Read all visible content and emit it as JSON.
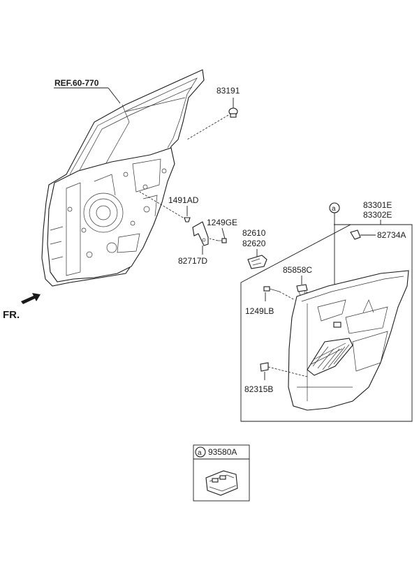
{
  "reference": {
    "text": "REF.60-770"
  },
  "direction": {
    "text": "FR."
  },
  "callout_marker": "a",
  "parts": {
    "p83191": "83191",
    "p1491AD": "1491AD",
    "p1249GE": "1249GE",
    "p82717D": "82717D",
    "p82610": "82610",
    "p82620": "82620",
    "p83301E": "83301E",
    "p83302E": "83302E",
    "p82734A": "82734A",
    "p85858C": "85858C",
    "p1249LB": "1249LB",
    "p82315B": "82315B",
    "p93580A": "93580A"
  },
  "icons": [
    "door-panel-frame-icon",
    "door-trim-icon",
    "power-window-switch-icon",
    "clip-icon",
    "screw-icon",
    "bracket-icon",
    "forward-arrow-icon"
  ]
}
